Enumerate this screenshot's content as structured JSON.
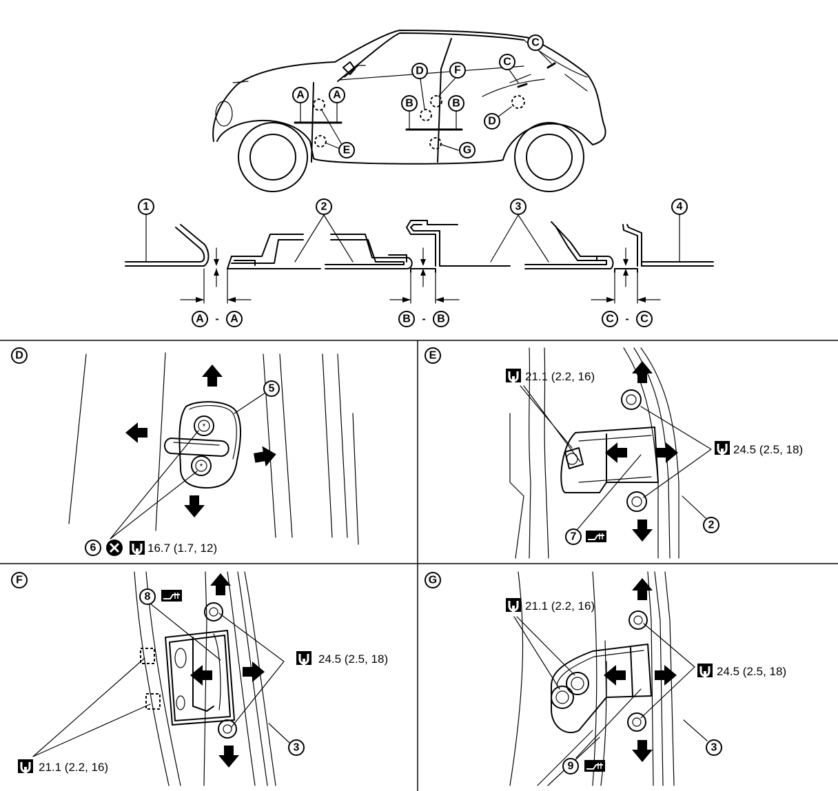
{
  "overview": {
    "car_callouts": [
      "A",
      "A",
      "B",
      "B",
      "C",
      "C",
      "D",
      "D",
      "E",
      "F",
      "G"
    ]
  },
  "sections": {
    "aa": {
      "left": "A",
      "sep": "-",
      "right": "A"
    },
    "bb": {
      "left": "B",
      "sep": "-",
      "right": "B"
    },
    "cc": {
      "left": "C",
      "sep": "-",
      "right": "C"
    },
    "part_numbers": [
      "1",
      "2",
      "3",
      "4"
    ]
  },
  "panels": {
    "d": {
      "label": "D",
      "callouts": [
        "5",
        "6"
      ],
      "torque": "16.7 (1.7, 12)"
    },
    "e": {
      "label": "E",
      "callouts": [
        "7",
        "2"
      ],
      "torque_upper": "21.1 (2.2, 16)",
      "torque_right": "24.5 (2.5, 18)"
    },
    "f": {
      "label": "F",
      "callouts": [
        "8",
        "3"
      ],
      "torque_right": "24.5 (2.5, 18)",
      "torque_lower": "21.1 (2.2, 16)"
    },
    "g": {
      "label": "G",
      "callouts": [
        "9",
        "3"
      ],
      "torque_upper": "21.1 (2.2, 16)",
      "torque_right": "24.5 (2.5, 18)"
    }
  },
  "icons": [
    "torque-wrench-icon",
    "do-not-reuse-icon",
    "shim-icon"
  ]
}
